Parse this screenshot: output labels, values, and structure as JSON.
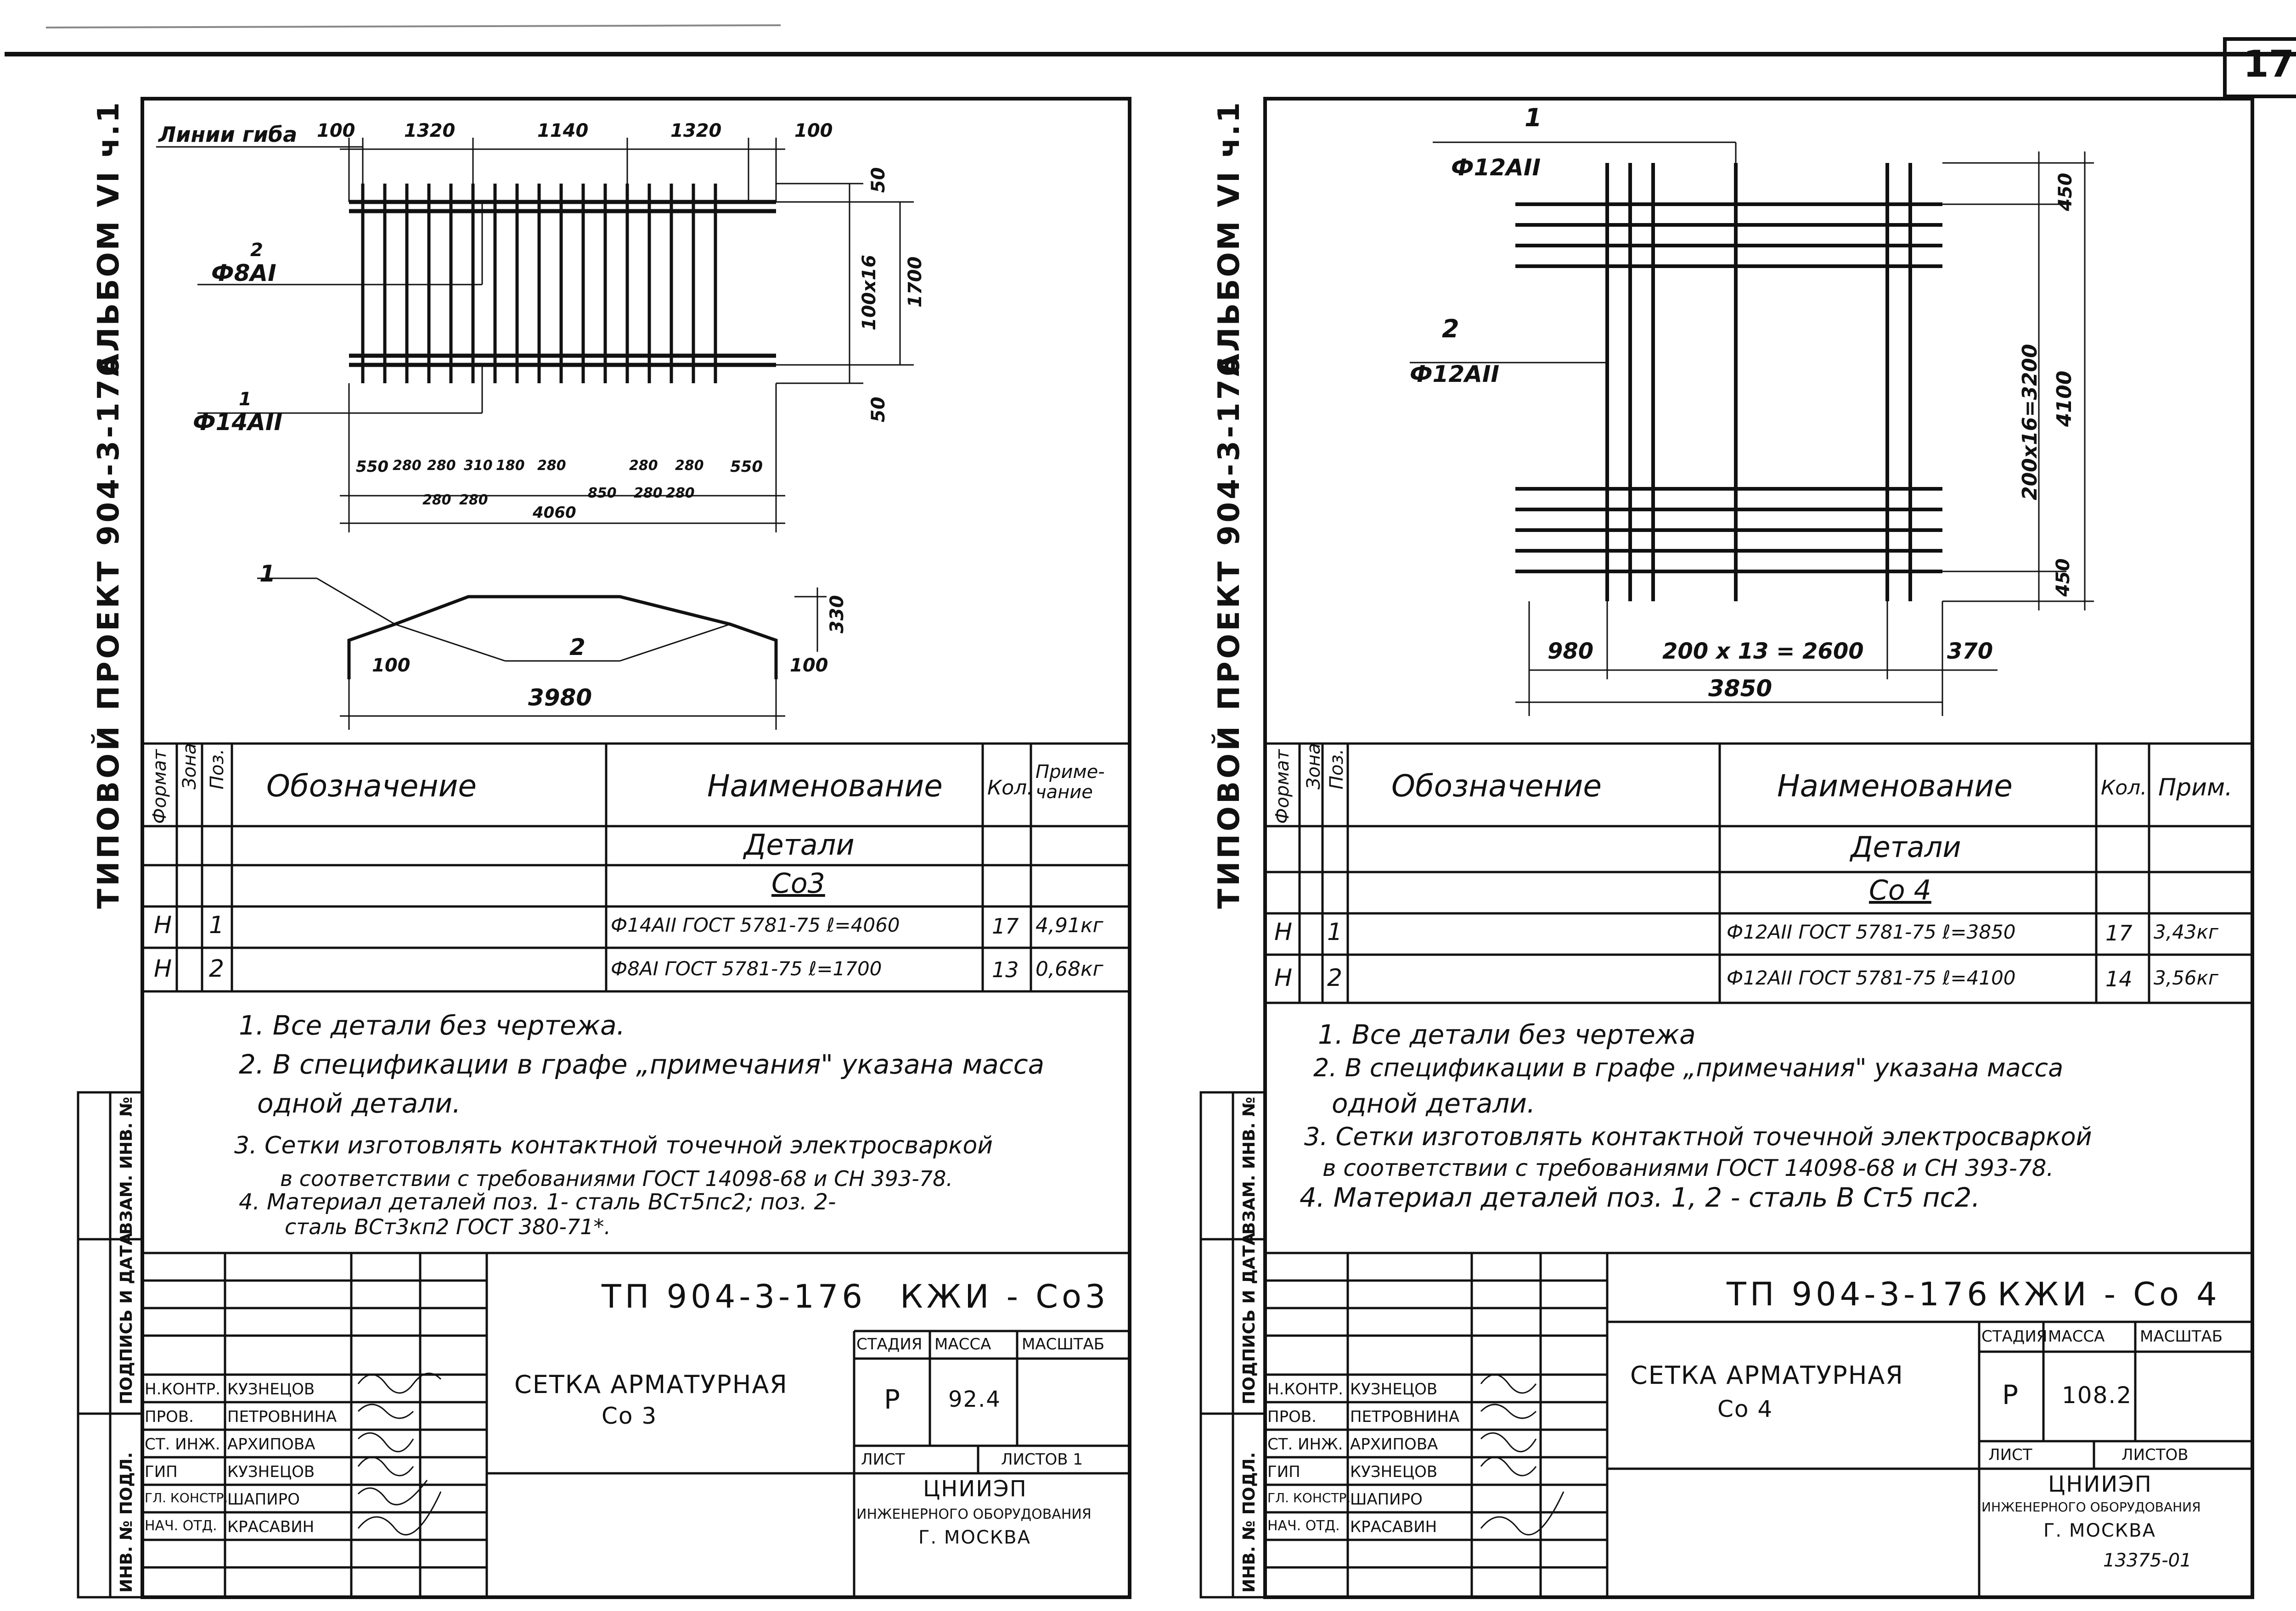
{
  "sheet_number": "17",
  "side_stamp": {
    "project": "ТИПОВОЙ ПРОЕКТ 904-3-176",
    "album": "АЛЬБОМ VI ч.1",
    "columns": [
      "ИНВ. № ПОДЛ.",
      "ПОДПИСЬ И ДАТА",
      "ВЗАМ. ИНВ. №"
    ]
  },
  "left": {
    "drawing": {
      "bend_lines_label": "Линии гиба",
      "top_dims": [
        "100",
        "1320",
        "1140",
        "1320",
        "100"
      ],
      "right_dims": [
        "50",
        "100х16",
        "1700",
        "50"
      ],
      "bottom_dims_row1": [
        "550",
        "280",
        "280",
        "310",
        "180",
        "280",
        "280",
        "280",
        "550"
      ],
      "bottom_dims_row2": [
        "280",
        "280",
        "850",
        "280",
        "280"
      ],
      "total_width": "4060",
      "pos2": "2",
      "pos2_bar": "Ф8АI",
      "pos1": "1",
      "pos1_bar": "Ф14АII",
      "profile_pos1": "1",
      "profile_pos2": "2",
      "profile_dims": [
        "100",
        "330",
        "100"
      ],
      "profile_total": "3980"
    },
    "spec": {
      "col_format": "Формат",
      "col_zone": "Зона",
      "col_pos": "Поз.",
      "col_designation": "Обозначение",
      "col_name": "Наименование",
      "col_qty": "Кол.",
      "col_note": "Приме-чание",
      "section": "Детали",
      "subsection": "Со3",
      "rows": [
        {
          "format": "Н",
          "pos": "1",
          "name": "Ф14АII ГОСТ 5781-75 ℓ=4060",
          "qty": "17",
          "note": "4,91кг"
        },
        {
          "format": "Н",
          "pos": "2",
          "name": "Ф8АI ГОСТ 5781-75 ℓ=1700",
          "qty": "13",
          "note": "0,68кг"
        }
      ]
    },
    "notes": [
      "1. Все детали без чертежа.",
      "2. В спецификации в графе „примечания\" указана масса",
      "одной детали.",
      "3. Сетки изготовлять контактной точечной электросваркой",
      "в соответствии с требованиями ГОСТ 14098-68 и СН 393-78.",
      "4. Материал деталей поз. 1- сталь ВСт5пс2; поз. 2-",
      "сталь ВСт3кп2 ГОСТ 380-71*."
    ],
    "title_block": {
      "code": "ТП 904-3-176",
      "mark": "КЖИ - Со3",
      "name_line1": "СЕТКА АРМАТУРНАЯ",
      "name_line2": "Со 3",
      "stage_label": "СТАДИЯ",
      "mass_label": "МАССА",
      "scale_label": "МАСШТАБ",
      "stage": "Р",
      "mass": "92.4",
      "sheet_label": "ЛИСТ",
      "sheets_label": "ЛИСТОВ 1",
      "org1": "ЦНИИЭП",
      "org2": "ИНЖЕНЕРНОГО ОБОРУДОВАНИЯ",
      "org3": "Г. МОСКВА",
      "people": [
        {
          "role": "Н.КОНТР.",
          "name": "КУЗНЕЦОВ"
        },
        {
          "role": "ПРОВ.",
          "name": "ПЕТРОВНИНА"
        },
        {
          "role": "СТ. ИНЖ.",
          "name": "АРХИПОВА"
        },
        {
          "role": "ГИП",
          "name": "КУЗНЕЦОВ"
        },
        {
          "role": "ГЛ. КОНСТР.",
          "name": "ШАПИРО"
        },
        {
          "role": "НАЧ. ОТД.",
          "name": "КРАСАВИН"
        }
      ]
    }
  },
  "right": {
    "drawing": {
      "pos1": "1",
      "pos1_bar": "Ф12АII",
      "pos2": "2",
      "pos2_bar": "Ф12АII",
      "right_dims": [
        "450",
        "200х16=3200",
        "4100",
        "450"
      ],
      "bottom_dims": [
        "980",
        "200 х 13 = 2600",
        "370"
      ],
      "total_width": "3850"
    },
    "spec": {
      "col_format": "Формат",
      "col_zone": "Зона",
      "col_pos": "Поз.",
      "col_designation": "Обозначение",
      "col_name": "Наименование",
      "col_qty": "Кол.",
      "col_note": "Прим.",
      "section": "Детали",
      "subsection": "Со 4",
      "rows": [
        {
          "format": "Н",
          "pos": "1",
          "name": "Ф12АII ГОСТ 5781-75 ℓ=3850",
          "qty": "17",
          "note": "3,43кг"
        },
        {
          "format": "Н",
          "pos": "2",
          "name": "Ф12АII ГОСТ 5781-75 ℓ=4100",
          "qty": "14",
          "note": "3,56кг"
        }
      ]
    },
    "notes": [
      "1. Все детали без чертежа",
      "2. В спецификации в графе „примечания\" указана масса",
      "одной детали.",
      "3. Сетки изготовлять контактной точечной электросваркой",
      "в соответствии с требованиями ГОСТ 14098-68 и СН 393-78.",
      "4. Материал деталей поз. 1, 2 - сталь В Ст5 пс2."
    ],
    "title_block": {
      "code": "ТП 904-3-176",
      "mark": "КЖИ - Со 4",
      "name_line1": "СЕТКА АРМАТУРНАЯ",
      "name_line2": "Со 4",
      "stage_label": "СТАДИЯ",
      "mass_label": "МАССА",
      "scale_label": "МАСШТАБ",
      "stage": "Р",
      "mass": "108.2",
      "sheet_label": "ЛИСТ",
      "sheets_label": "ЛИСТОВ",
      "org1": "ЦНИИЭП",
      "org2": "ИНЖЕНЕРНОГО ОБОРУДОВАНИЯ",
      "org3": "Г. МОСКВА",
      "people": [
        {
          "role": "Н.КОНТР.",
          "name": "КУЗНЕЦОВ"
        },
        {
          "role": "ПРОВ.",
          "name": "ПЕТРОВНИНА"
        },
        {
          "role": "СТ. ИНЖ.",
          "name": "АРХИПОВА"
        },
        {
          "role": "ГИП",
          "name": "КУЗНЕЦОВ"
        },
        {
          "role": "ГЛ. КОНСТР.",
          "name": "ШАПИРО"
        },
        {
          "role": "НАЧ. ОТД.",
          "name": "КРАСАВИН"
        }
      ]
    }
  },
  "footer_code": "13375-01"
}
